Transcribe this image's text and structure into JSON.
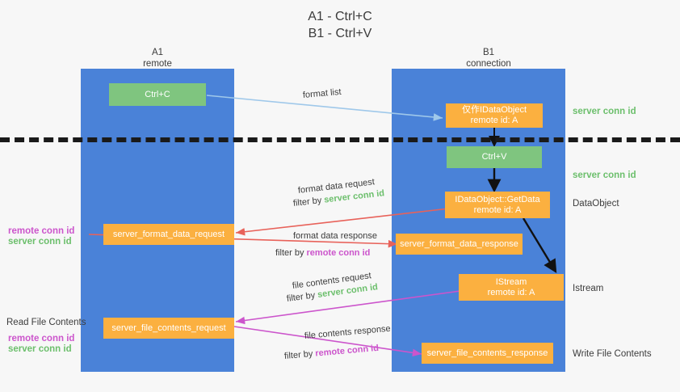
{
  "title": {
    "line1": "A1 - Ctrl+C",
    "line2": "B1 - Ctrl+V"
  },
  "columns": [
    {
      "name": "A1",
      "sub": "remote"
    },
    {
      "name": "B1",
      "sub": "connection"
    }
  ],
  "colors": {
    "lane": "#4a82d8",
    "green_box": "#7fc57f",
    "orange_box": "#fbb040",
    "green_text": "#6cbf6c",
    "magenta_text": "#cc55cc",
    "background": "#f7f7f7",
    "arrow_blue": "#9fc8ea",
    "arrow_red": "#e8625a",
    "arrow_magenta": "#cc55cc",
    "arrow_dark": "#111111"
  },
  "boxes": {
    "ctrl_c": {
      "line1": "Ctrl+C"
    },
    "ctrl_v": {
      "line1": "Ctrl+V"
    },
    "data_object_create": {
      "line1": "仅作IDataObject",
      "line2": "remote id: A"
    },
    "get_data": {
      "line1": "IDataObject::GetData",
      "line2": "remote id: A"
    },
    "istream": {
      "line1": "IStream",
      "line2": "remote id: A"
    },
    "format_data_request": {
      "line1": "server_format_data_request"
    },
    "format_data_response": {
      "line1": "server_format_data_response"
    },
    "file_contents_request": {
      "line1": "server_file_contents_request"
    },
    "file_contents_response": {
      "line1": "server_file_contents_response"
    }
  },
  "right_labels": {
    "server_conn_id_top": "server conn id",
    "server_conn_id_mid": "server conn id",
    "data_object": "DataObject",
    "istream": "Istream",
    "write_file_contents": "Write File Contents"
  },
  "left_labels": {
    "remote_conn_id_1": "remote conn id",
    "server_conn_id_1": "server conn id",
    "read_file_contents": "Read File Contents",
    "remote_conn_id_2": "remote conn id",
    "server_conn_id_2": "server conn id"
  },
  "edges": {
    "format_list": "format list",
    "format_data_request": "format data request",
    "format_data_request_filter_prefix": "filter by ",
    "format_data_request_filter_value": "server conn id",
    "format_data_response": "format data response",
    "format_data_response_filter_prefix": "filter by ",
    "format_data_response_filter_value": "remote conn id",
    "file_contents_request": "file contents request",
    "file_contents_request_filter_prefix": "filter by ",
    "file_contents_request_filter_value": "server conn id",
    "file_contents_response": "file contents response",
    "file_contents_response_filter_prefix": "filter by ",
    "file_contents_response_filter_value": "remote conn id"
  }
}
